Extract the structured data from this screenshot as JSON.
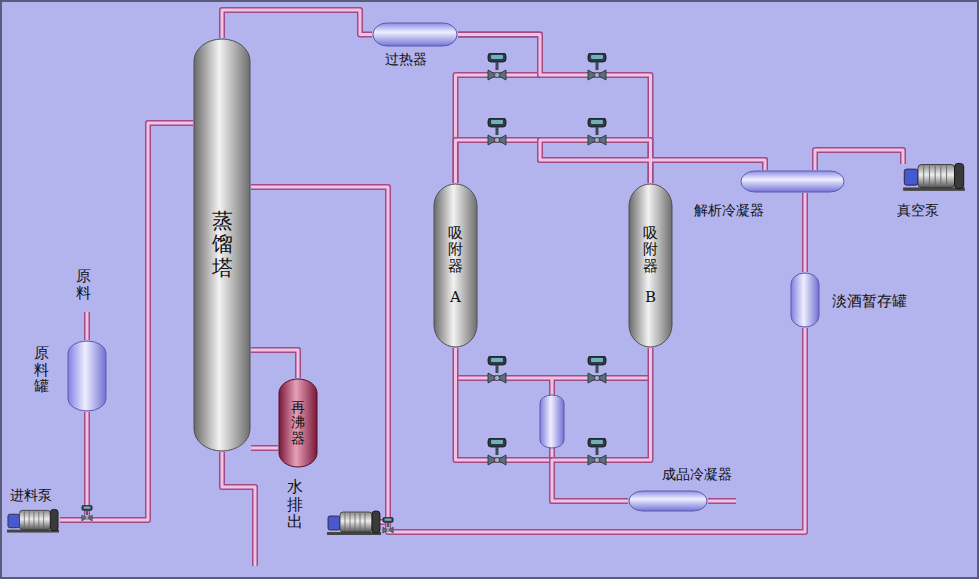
{
  "diagram": {
    "nodes": [
      {
        "text": [
          "蒸馏塔"
        ]
      },
      {
        "text": [
          "过热器"
        ]
      },
      {
        "text": [
          "吸附器",
          "A"
        ]
      },
      {
        "text": [
          "吸附器",
          "B"
        ]
      },
      {
        "text": [
          "解析冷凝器"
        ]
      },
      {
        "text": [
          "真空泵"
        ]
      },
      {
        "text": [
          "淡酒暂存罐"
        ]
      },
      {
        "text": [
          "原料罐"
        ]
      },
      {
        "text": [
          "再沸器"
        ]
      },
      {
        "text": [
          "进料泵"
        ]
      },
      {
        "text": [
          "成品冷凝器"
        ]
      }
    ],
    "edges": [
      {
        "from": 7,
        "to": 9,
        "arrow": "none"
      },
      {
        "from": 9,
        "to": 0,
        "arrow": "none"
      },
      {
        "from": 0,
        "to": 1,
        "arrow": "none"
      },
      {
        "from": 1,
        "to": 2,
        "arrow": "none"
      },
      {
        "from": 1,
        "to": 3,
        "arrow": "none"
      },
      {
        "from": 2,
        "to": 4,
        "arrow": "none"
      },
      {
        "from": 3,
        "to": 4,
        "arrow": "none"
      },
      {
        "from": 4,
        "to": 5,
        "arrow": "none"
      },
      {
        "from": 4,
        "to": 6,
        "arrow": "none"
      },
      {
        "from": 6,
        "to": 0,
        "arrow": "none"
      },
      {
        "from": 0,
        "to": 8,
        "arrow": "none"
      },
      {
        "from": 8,
        "to": 0,
        "arrow": "none"
      },
      {
        "from": 2,
        "to": 10,
        "arrow": "none"
      },
      {
        "from": 3,
        "to": 10,
        "arrow": "none"
      }
    ],
    "labels": [
      "原料",
      "水排出"
    ]
  }
}
